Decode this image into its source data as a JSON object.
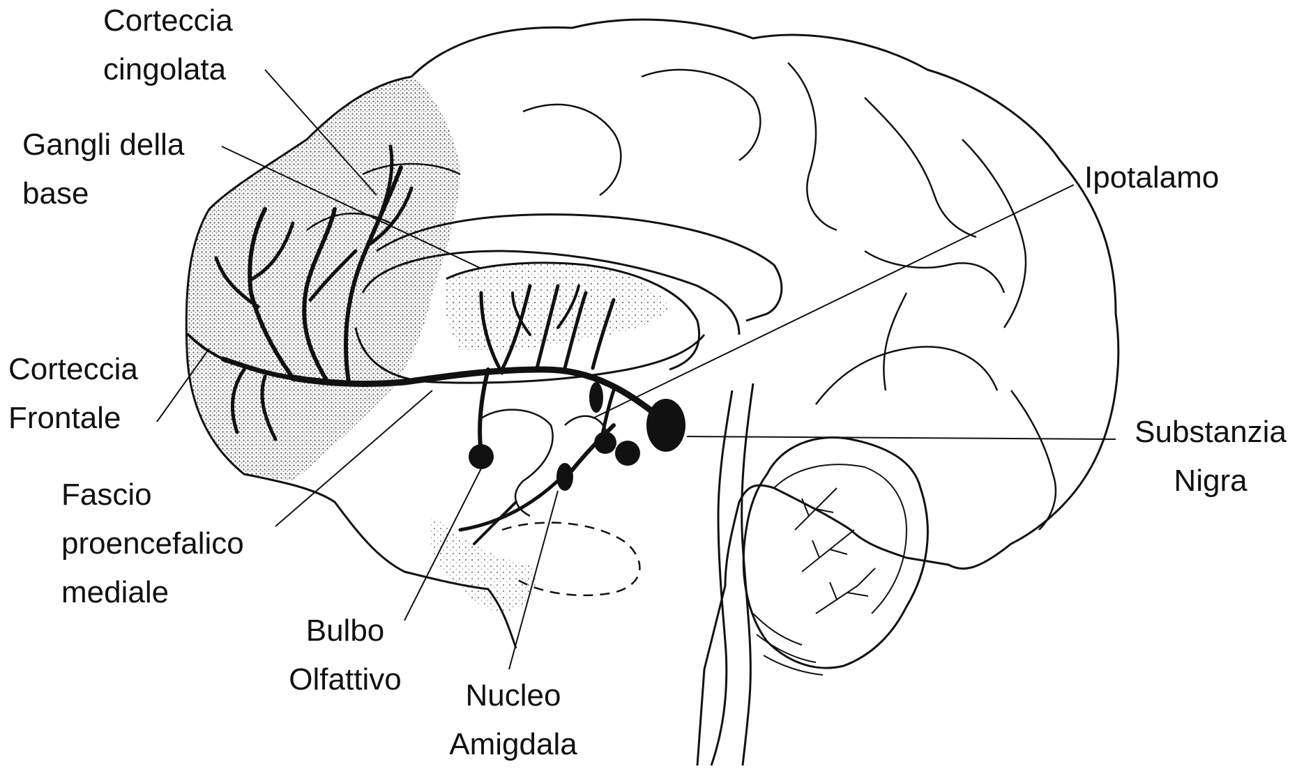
{
  "labels": {
    "corteccia_cingolata": [
      "Corteccia",
      "cingolata"
    ],
    "gangli_della_base": [
      "Gangli della",
      "base"
    ],
    "ipotalamo": [
      "Ipotalamo"
    ],
    "corteccia_frontale": [
      "Corteccia",
      "Frontale"
    ],
    "substanzia_nigra": [
      "Substanzia",
      "Nigra"
    ],
    "fascio_proencefalico": [
      "Fascio",
      "proencefalico",
      "mediale"
    ],
    "bulbo_olfattivo": [
      "Bulbo",
      "Olfattivo"
    ],
    "nucleo_amigdala": [
      "Nucleo",
      "Amigdala"
    ]
  },
  "colors": {
    "ink": "#111111",
    "stipple": "#3a3a3a",
    "background": "#ffffff"
  }
}
